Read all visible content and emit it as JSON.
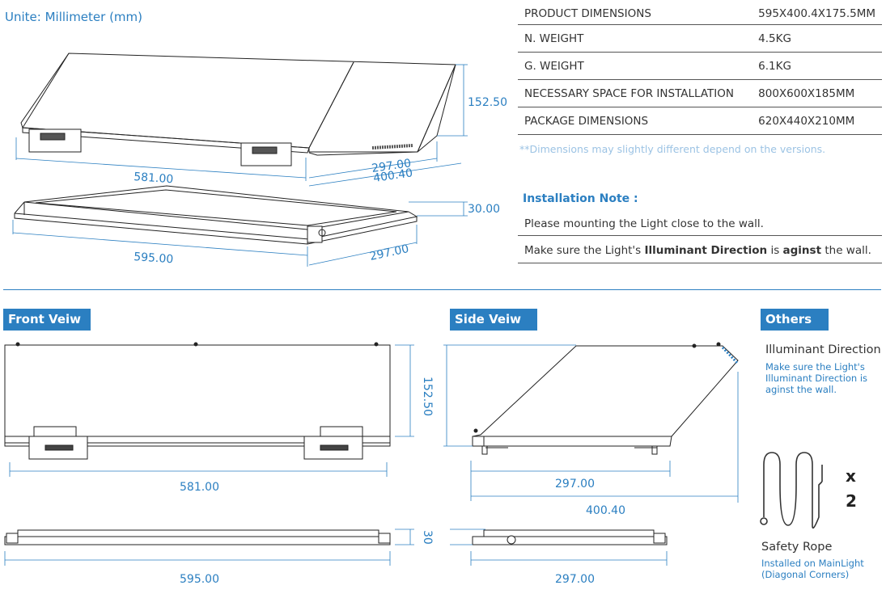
{
  "unit_label": "Unite: Millimeter (mm)",
  "specs": [
    {
      "label": "PRODUCT DIMENSIONS",
      "value": "595X400.4X175.5MM"
    },
    {
      "label": "N. WEIGHT",
      "value": "4.5KG"
    },
    {
      "label": "G. WEIGHT",
      "value": "6.1KG"
    },
    {
      "label": "NECESSARY SPACE FOR INSTALLATION",
      "value": "800X600X185MM"
    },
    {
      "label": "PACKAGE DIMENSIONS",
      "value": "620X440X210MM"
    }
  ],
  "disclaimer": "**Dimensions may slightly different depend on the versions.",
  "installation": {
    "title": "Installation Note :",
    "line1": "Please mounting the Light  close to the wall.",
    "line2": {
      "pre": "Make sure the Light's ",
      "bold1": "Illuminant Direction",
      "mid": " is ",
      "bold2": "aginst",
      "post": " the wall."
    }
  },
  "iso_dims": {
    "w1": "581.00",
    "d1": "297.00",
    "d2": "400.40",
    "h1": "152.50",
    "w2": "595.00",
    "d3": "297.00",
    "h2": "30.00"
  },
  "front_view": {
    "tag": "Front Veiw",
    "width_top": "581.00",
    "height": "152.50",
    "width_bottom": "595.00",
    "height_bottom": "30"
  },
  "side_view": {
    "tag": "Side Veiw",
    "d_inner": "297.00",
    "d_outer": "400.40",
    "d_bottom": "297.00"
  },
  "others": {
    "tag": "Others",
    "illuminant_title": "Illuminant Direction",
    "illuminant_text": [
      "Make sure the Light's",
      "Illuminant Direction is",
      "aginst the wall."
    ],
    "multiplier_x": "x",
    "multiplier_n": "2",
    "rope_title": "Safety Rope",
    "rope_text": [
      "Installed on MainLight",
      "(Diagonal Corners)"
    ]
  },
  "colors": {
    "accent": "#2b7fc1",
    "line": "#222222"
  }
}
